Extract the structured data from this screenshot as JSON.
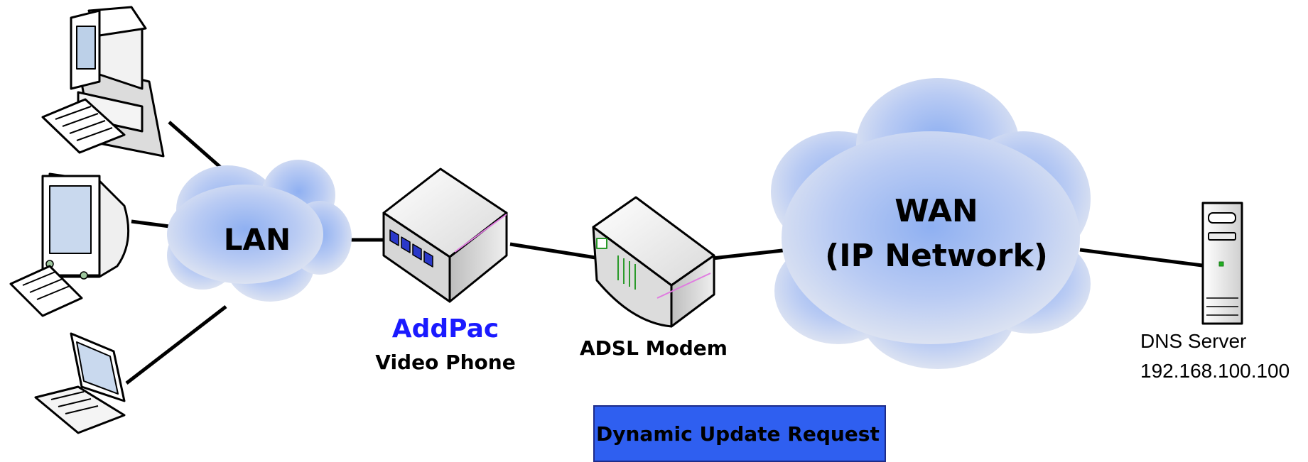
{
  "diagram": {
    "lan_label": "LAN",
    "wan_label_line1": "WAN",
    "wan_label_line2": "(IP Network)",
    "video_phone_brand": "AddPac",
    "video_phone_label": "Video Phone",
    "modem_label": "ADSL Modem",
    "dns_server_name": "DNS Server",
    "dns_server_ip": "192.168.100.100",
    "update_box_label": "Dynamic Update Request",
    "colors": {
      "brand_text": "#1a1aff",
      "update_box_fill": "#2f5ff0",
      "cloud_fill": "#c9d6f5",
      "link_line": "#000000"
    }
  }
}
